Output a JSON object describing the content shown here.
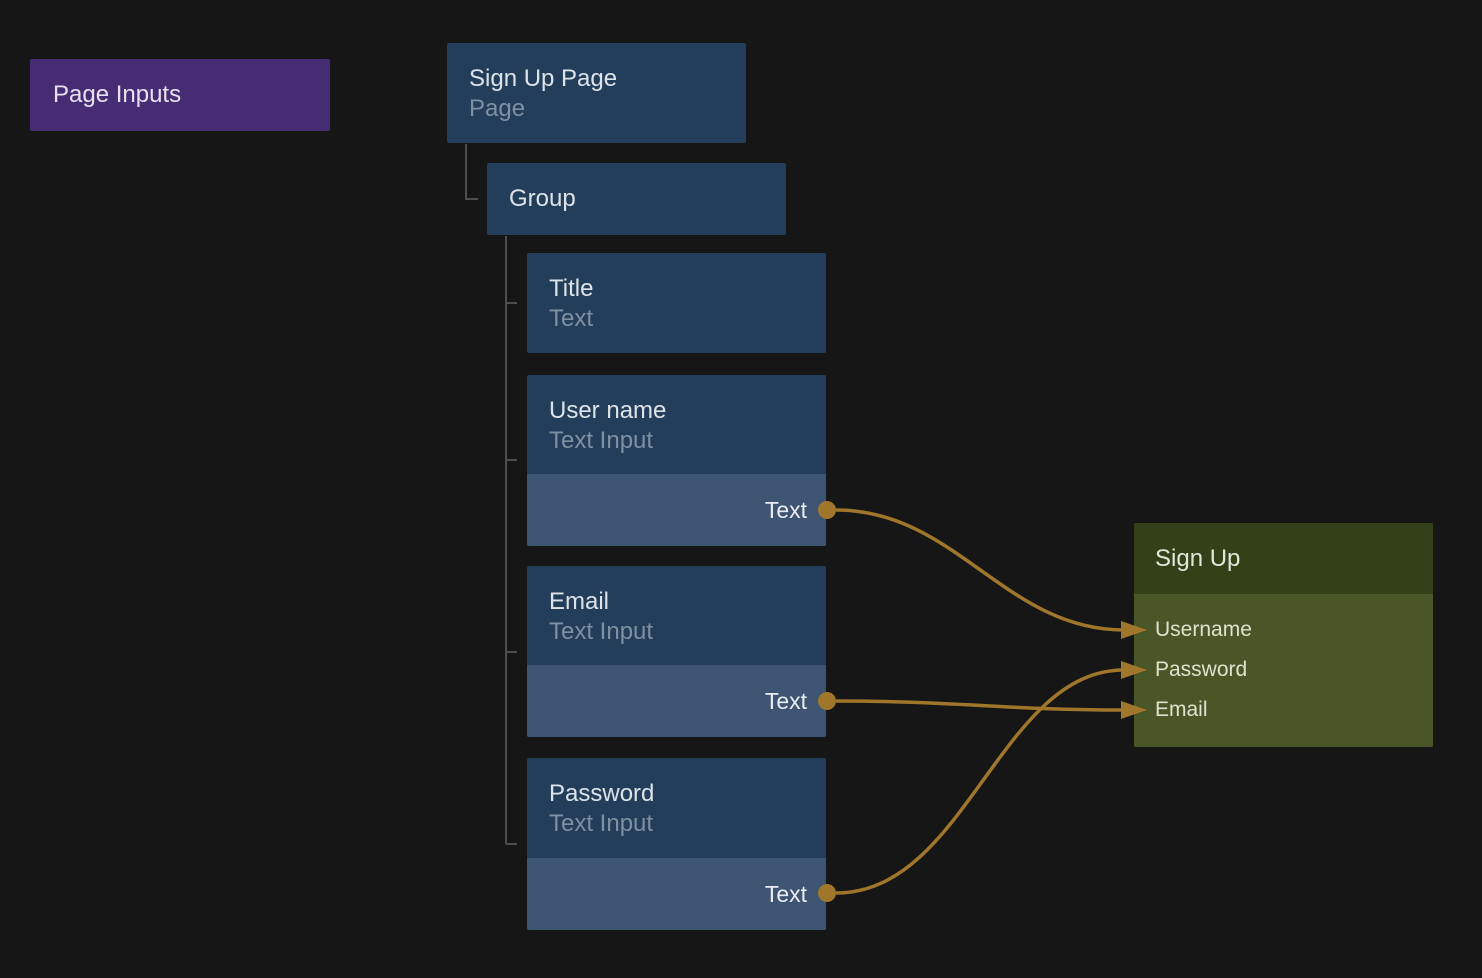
{
  "colors": {
    "background": "#161616",
    "node_blue": "#233E5A",
    "node_blue_band": "#3D5472",
    "purple": "#462D73",
    "signup_header_green": "#344018",
    "signup_body_green": "#4A5528",
    "wire_gold": "#A0762A",
    "tree_line_gray": "#4E4E4E",
    "title_text": "#DCE3E9",
    "subtitle_text": "#7E90A2"
  },
  "page_inputs": {
    "label": "Page Inputs"
  },
  "tree": {
    "root": {
      "title": "Sign Up Page",
      "subtitle": "Page"
    },
    "group": {
      "title": "Group"
    },
    "children": [
      {
        "title": "Title",
        "subtitle": "Text"
      },
      {
        "title": "User name",
        "subtitle": "Text Input",
        "output_port": "Text"
      },
      {
        "title": "Email",
        "subtitle": "Text Input",
        "output_port": "Text"
      },
      {
        "title": "Password",
        "subtitle": "Text Input",
        "output_port": "Text"
      }
    ]
  },
  "signup": {
    "title": "Sign Up",
    "inputs": [
      {
        "label": "Username"
      },
      {
        "label": "Password"
      },
      {
        "label": "Email"
      }
    ]
  },
  "connections": [
    {
      "from": "User name / Text",
      "to": "Username"
    },
    {
      "from": "Email / Text",
      "to": "Email"
    },
    {
      "from": "Password / Text",
      "to": "Password"
    }
  ]
}
